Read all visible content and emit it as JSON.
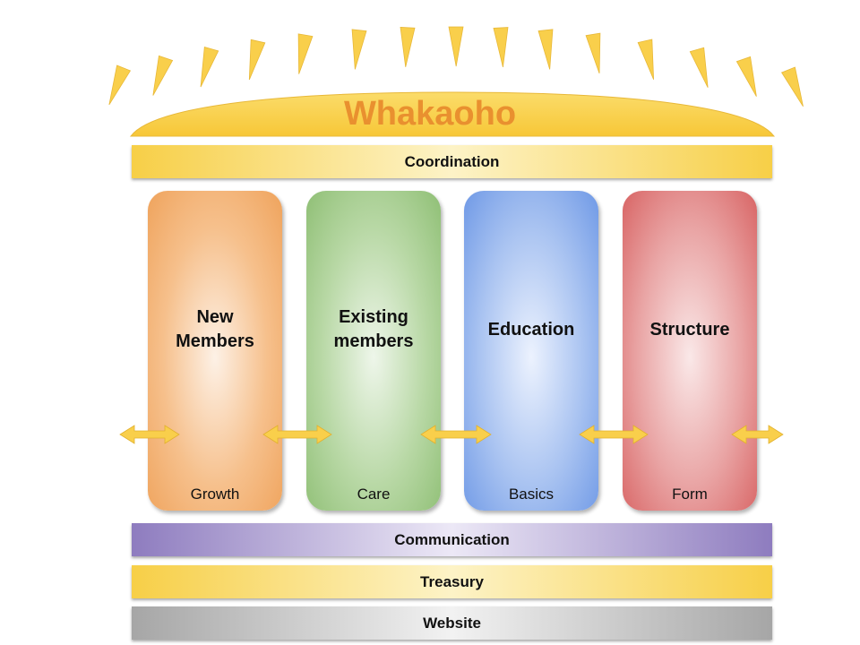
{
  "title": "Whakaoho",
  "bands": {
    "coordination": "Coordination",
    "communication": "Communication",
    "treasury": "Treasury",
    "website": "Website"
  },
  "pillars": [
    {
      "title": "New\nMembers",
      "subtitle": "Growth",
      "color": "#efa35c"
    },
    {
      "title": "Existing\nmembers",
      "subtitle": "Care",
      "color": "#8fbf75"
    },
    {
      "title": "Education",
      "subtitle": "Basics",
      "color": "#6f99e6"
    },
    {
      "title": "Structure",
      "subtitle": "Form",
      "color": "#d86464"
    }
  ],
  "colors": {
    "sun": "#f9cf4b",
    "title_text": "#e9902f",
    "arrow": "#f9cf4b"
  }
}
